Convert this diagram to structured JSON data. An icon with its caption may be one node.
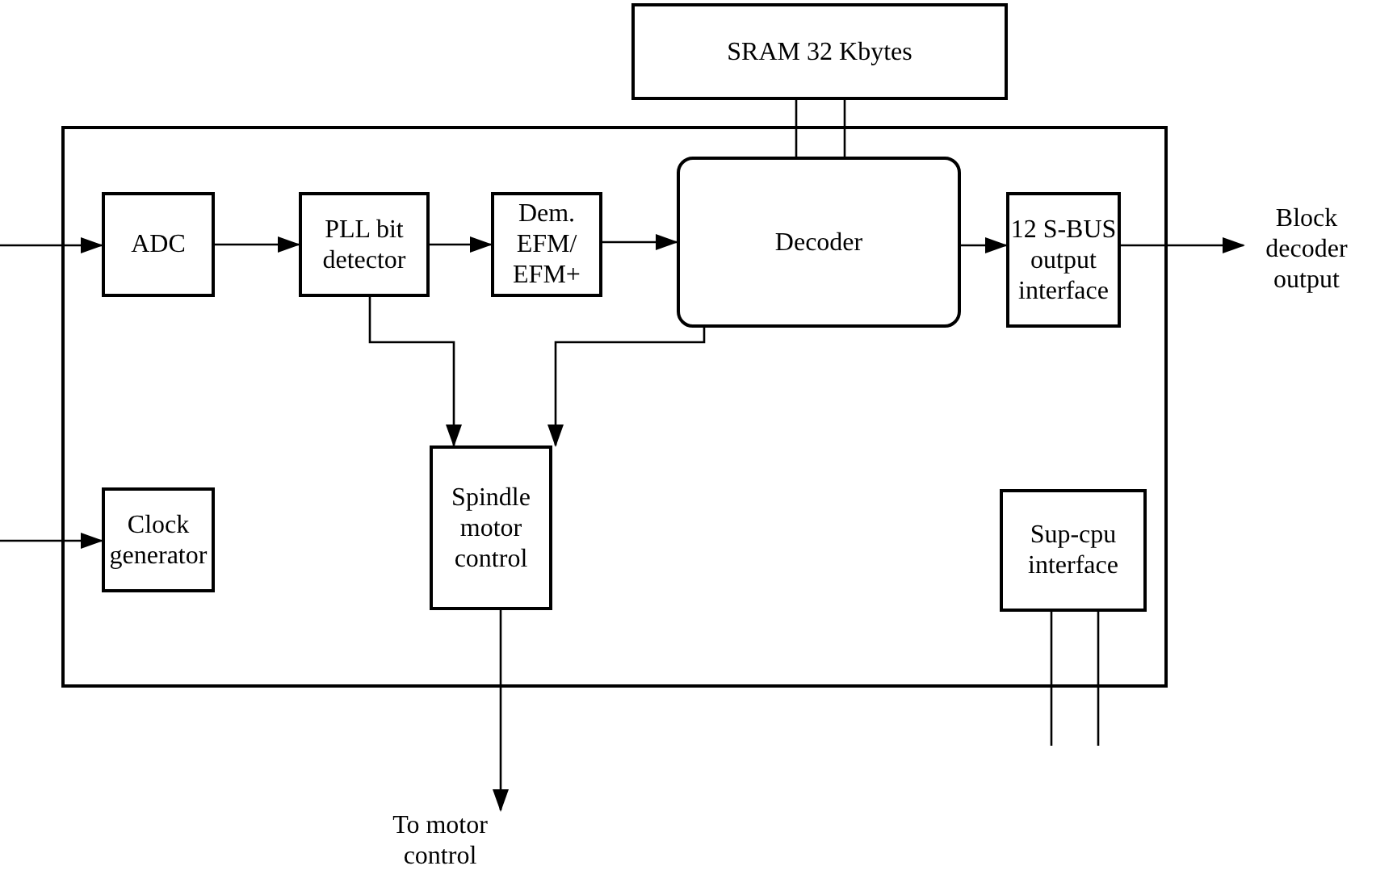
{
  "diagram": {
    "nodes": [
      {
        "text": [],
        "shape": "box"
      },
      {
        "text": [
          "SRAM 32 Kbytes"
        ]
      },
      {
        "text": [
          "ADC"
        ],
        "in": 0
      },
      {
        "text": [
          "PLL bit detector"
        ],
        "in": 0
      },
      {
        "text": [
          "Dem. EFM/ EFM+"
        ],
        "in": 0
      },
      {
        "text": [
          "Decoder"
        ],
        "in": 0
      },
      {
        "text": [
          "12 S-BUS output interface"
        ],
        "in": 0
      },
      {
        "text": [
          "Clock generator"
        ],
        "in": 0
      },
      {
        "text": [
          "Spindle motor control"
        ],
        "in": 0
      },
      {
        "text": [
          "Sup-cpu interface"
        ],
        "in": 0
      },
      {
        "text": [
          "Block decoder output"
        ]
      },
      {
        "text": [
          "To motor control"
        ]
      }
    ],
    "edges": [
      {
        "from": null,
        "to": 2,
        "arrow": "to"
      },
      {
        "from": null,
        "to": 7,
        "arrow": "to"
      },
      {
        "from": 2,
        "to": 3,
        "arrow": "to"
      },
      {
        "from": 3,
        "to": 4,
        "arrow": "to"
      },
      {
        "from": 4,
        "to": 5,
        "arrow": "to"
      },
      {
        "from": 5,
        "to": 6,
        "arrow": "to"
      },
      {
        "from": 6,
        "to": 10,
        "arrow": "to"
      },
      {
        "from": 3,
        "to": 8,
        "arrow": "to"
      },
      {
        "from": 5,
        "to": 8,
        "arrow": "to"
      },
      {
        "from": 8,
        "to": 11,
        "arrow": "to"
      },
      {
        "from": 1,
        "to": 5,
        "arrow": "none"
      },
      {
        "from": 1,
        "to": 5,
        "arrow": "none"
      },
      {
        "from": 9,
        "to": null,
        "arrow": "none"
      },
      {
        "from": 9,
        "to": null,
        "arrow": "none"
      }
    ]
  }
}
